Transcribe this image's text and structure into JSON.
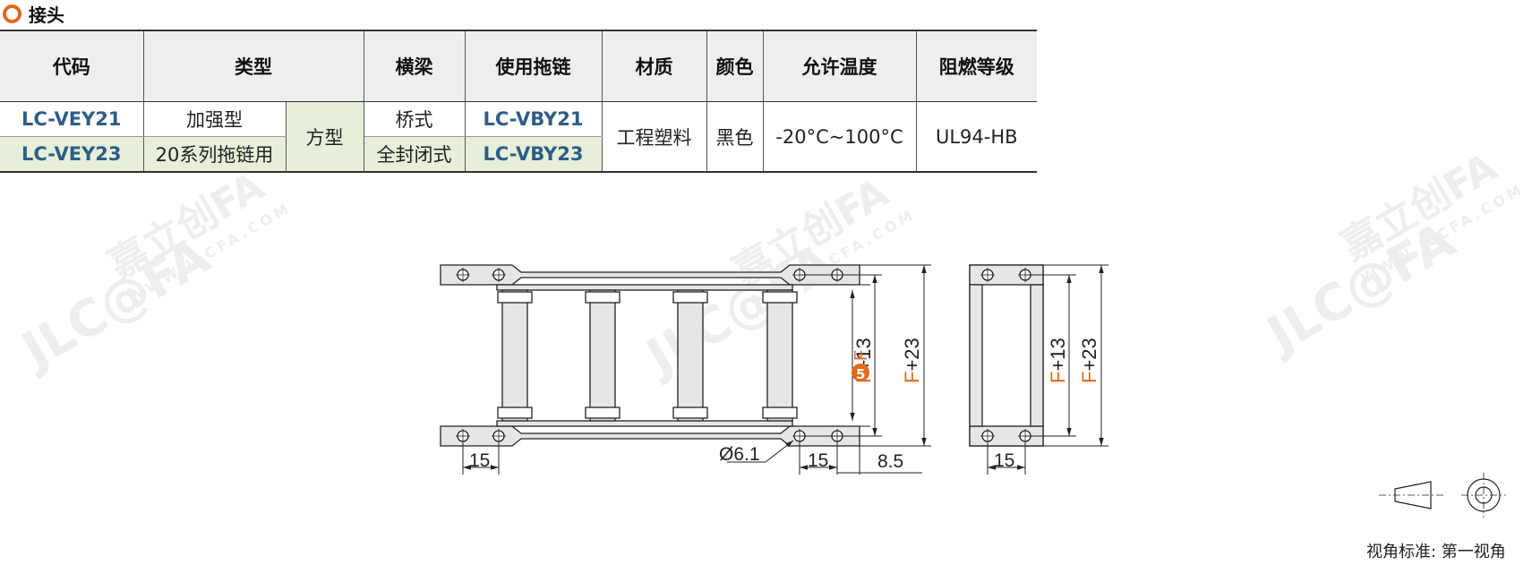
{
  "section": {
    "title": "接头"
  },
  "table": {
    "headers": [
      "代码",
      "类型",
      "横梁",
      "使用拖链",
      "材质",
      "颜色",
      "允许温度",
      "阻燃等级"
    ],
    "rows": [
      {
        "code": "LC-VEY21",
        "type": "加强型",
        "beam": "桥式",
        "chain": "LC-VBY21"
      },
      {
        "code": "LC-VEY23",
        "type": "20系列拖链用",
        "beam": "全封闭式",
        "chain": "LC-VBY23"
      }
    ],
    "shape": "方型",
    "material": "工程塑料",
    "color": "黑色",
    "temperature": "-20°C~100°C",
    "flame_rating": "UL94-HB"
  },
  "drawing": {
    "dim_15_a": "15",
    "dim_hole": "Ø6.1",
    "dim_15_b": "15",
    "dim_8_5": "8.5",
    "dim_15_c": "15",
    "callout_num": "5",
    "callout_f": "F",
    "front_f13_f": "F",
    "front_f13_rest": "+13",
    "front_f23_f": "F",
    "front_f23_rest": "+23",
    "side_f13_f": "F",
    "side_f13_rest": "+13",
    "side_f23_f": "F",
    "side_f23_rest": "+23"
  },
  "watermark": {
    "brand": "嘉立创FA",
    "logo": "JLC@FA",
    "url": "WWW.JLCFA.COM"
  },
  "projection": {
    "label": "视角标准: 第一视角"
  },
  "colors": {
    "accent": "#e06a1e",
    "code_blue": "#2f5d86",
    "highlight_green": "#e6efd9",
    "header_gray": "#eeeeee"
  }
}
